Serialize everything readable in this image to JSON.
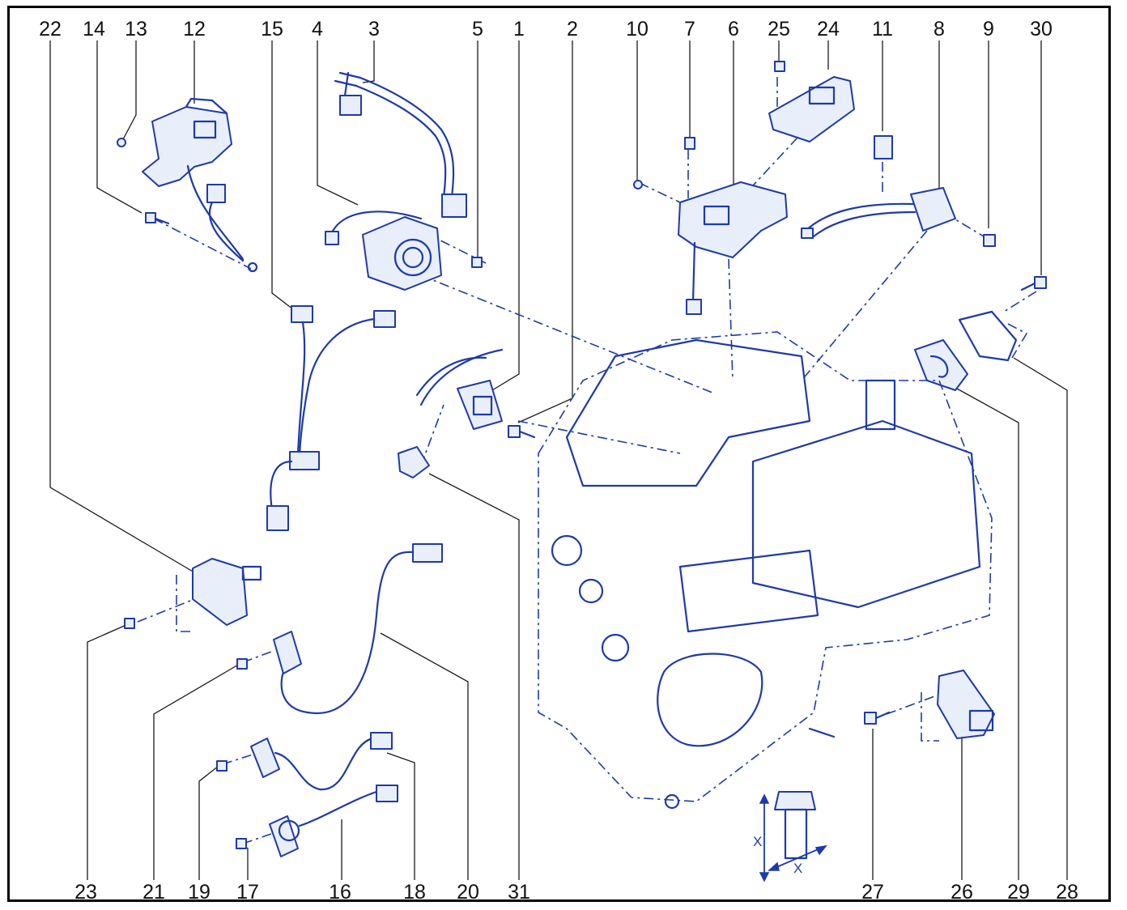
{
  "colors": {
    "line": "#1e3aa8",
    "fill": "#e9eefb",
    "frame": "#000000",
    "label": "#111111"
  },
  "top_labels": [
    "22",
    "14",
    "13",
    "12",
    "15",
    "4",
    "3",
    "5",
    "1",
    "2",
    "10",
    "7",
    "6",
    "25",
    "24",
    "11",
    "8",
    "9",
    "30"
  ],
  "bottom_labels": [
    "23",
    "21",
    "19",
    "17",
    "16",
    "18",
    "20",
    "31",
    "27",
    "26",
    "29",
    "28"
  ],
  "dimension_labels": {
    "vertical": "X",
    "horizontal": "X"
  }
}
